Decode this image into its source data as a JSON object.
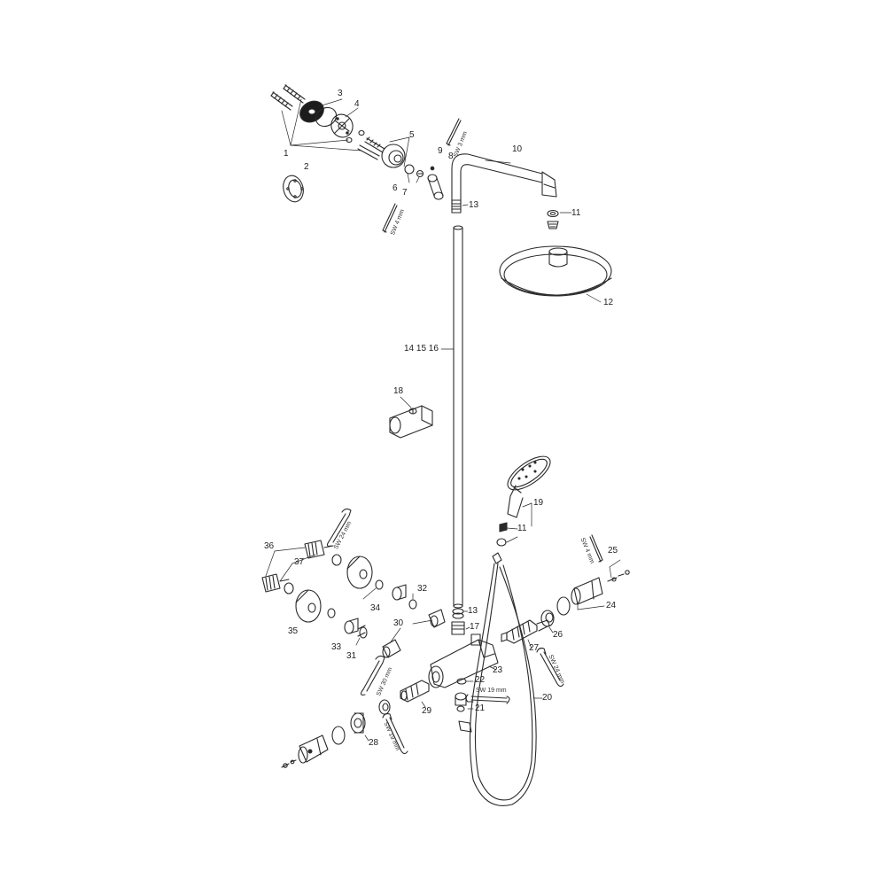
{
  "labels": {
    "n1": "1",
    "n2": "2",
    "n3": "3",
    "n4": "4",
    "n5": "5",
    "n6": "6",
    "n7": "7",
    "n8": "8",
    "n9": "9",
    "n10": "10",
    "n11a": "11",
    "n12": "12",
    "n13a": "13",
    "n14_16": "14 15 16",
    "n17": "17",
    "n18": "18",
    "n19": "19",
    "n11b": "11",
    "n20": "20",
    "n21": "21",
    "n22": "22",
    "n23": "23",
    "n24": "24",
    "n25": "25",
    "n26": "26",
    "n27": "27",
    "n28": "28",
    "n29": "29",
    "n30": "30",
    "n31": "31",
    "n32": "32",
    "n33": "33",
    "n34": "34",
    "n35": "35",
    "n36": "36",
    "n37": "37",
    "n13b": "13"
  },
  "wrench_sizes": {
    "sw3": "SW 3 mm",
    "sw4_top": "SW 4 mm",
    "sw4_right": "SW 4 mm",
    "sw24_left": "SW 24 mm",
    "sw24_right": "SW 24 mm",
    "sw30": "SW 30 mm",
    "sw19_mid": "SW 19 mm",
    "sw19_bottom": "SW 19 mm"
  }
}
